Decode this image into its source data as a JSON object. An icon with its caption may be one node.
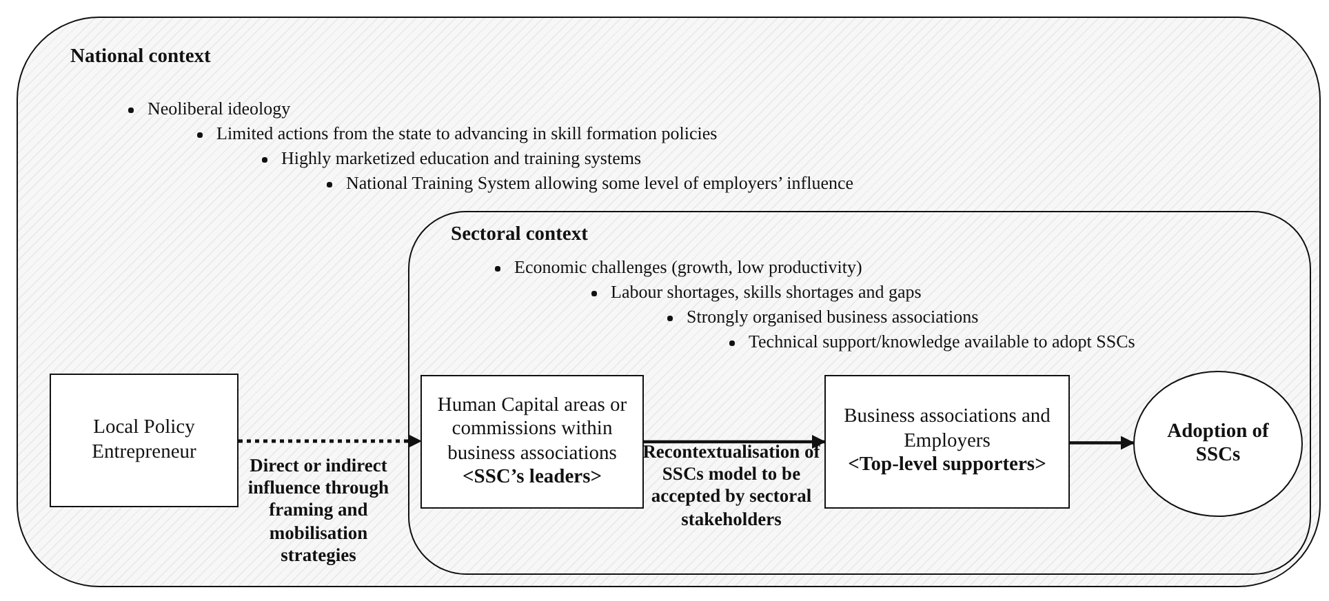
{
  "diagram": {
    "nodes": [
      {
        "text": [
          "National context",
          "Neoliberal ideology",
          "Limited actions from the state to advancing in skill formation policies",
          "Highly marketized education and training systems",
          "National Training System allowing some level of employers’ influence"
        ]
      },
      {
        "text": [
          "Local Policy Entrepreneur"
        ],
        "in": 0
      },
      {
        "text": [
          "Sectoral context",
          "Economic challenges (growth, low productivity)",
          "Labour shortages, skills shortages and gaps",
          "Strongly organised business associations",
          "Technical support/knowledge available to adopt SSCs"
        ],
        "in": 0
      },
      {
        "text": [
          "Human Capital areas or commissions within business associations",
          "<SSC’s leaders>"
        ],
        "in": 2
      },
      {
        "text": [
          "Business associations and Employers",
          "<Top-level supporters>"
        ],
        "in": 2
      },
      {
        "text": [
          "Adoption of SSCs"
        ],
        "in": 2
      }
    ],
    "edges": [
      {
        "from": 1,
        "to": 3,
        "arrow": "to",
        "label": "Direct or indirect influence through framing and mobilisation strategies",
        "style": "dashed"
      },
      {
        "from": 3,
        "to": 4,
        "arrow": "to",
        "label": "Recontextualisation of SSCs model to be accepted by sectoral stakeholders"
      },
      {
        "from": 4,
        "to": 5,
        "arrow": "to"
      }
    ]
  }
}
